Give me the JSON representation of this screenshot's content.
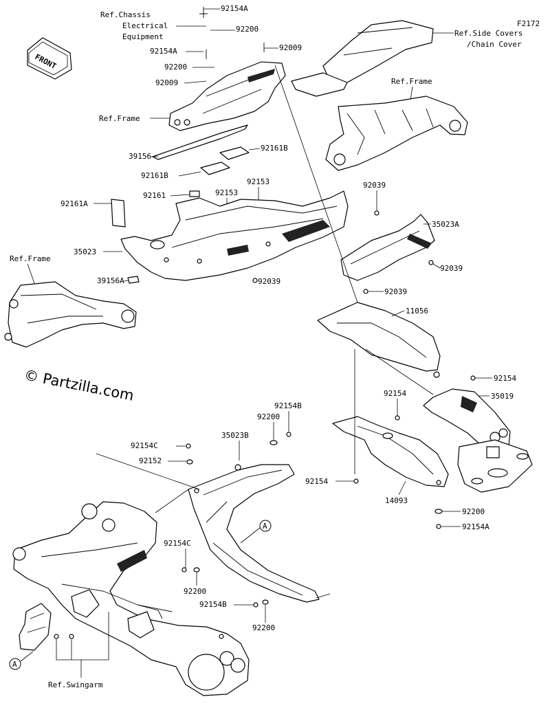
{
  "figure_code": "F2172",
  "watermark": "© Partzilla.com",
  "front_badge": "FRONT",
  "callout_ref_letter": "A",
  "labels": {
    "ref_chassis": "Ref.Chassis",
    "electrical": "Electrical",
    "equipment": "Equipment",
    "ref_side_covers": "Ref.Side Covers",
    "chain_cover": "/Chain Cover",
    "ref_frame": "Ref.Frame",
    "ref_swingarm": "Ref.Swingarm",
    "p92154A": "92154A",
    "p92200": "92200",
    "p92009": "92009",
    "p39156": "39156",
    "p92161B": "92161B",
    "p92153": "92153",
    "p92161": "92161",
    "p92161A": "92161A",
    "p35023": "35023",
    "p39156A": "39156A",
    "p92039": "92039",
    "p35023A": "35023A",
    "p11056": "11056",
    "p92154": "92154",
    "p35019": "35019",
    "p92154B": "92154B",
    "p92154C": "92154C",
    "p35023B": "35023B",
    "p92152": "92152",
    "p14093": "14093"
  }
}
